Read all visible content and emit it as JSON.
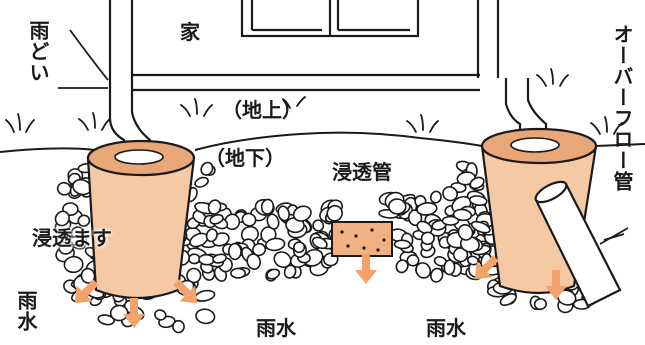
{
  "labels": {
    "house": "家",
    "downspout": "雨どい",
    "above_ground": "（地上）",
    "below_ground": "（地下）",
    "infiltration_pipe": "浸透管",
    "overflow_pipe": "オーバーフロー管",
    "infiltration_basin": "浸透ます",
    "rainwater_left": "雨水",
    "rainwater_center": "雨水",
    "rainwater_right": "雨水"
  },
  "colors": {
    "line": "#1a1a1a",
    "basin_fill": "#f5c9a4",
    "basin_top": "#e9a676",
    "pipe_fill": "#f0b183",
    "arrow": "#f3a36a",
    "stone_fill": "#ffffff"
  }
}
